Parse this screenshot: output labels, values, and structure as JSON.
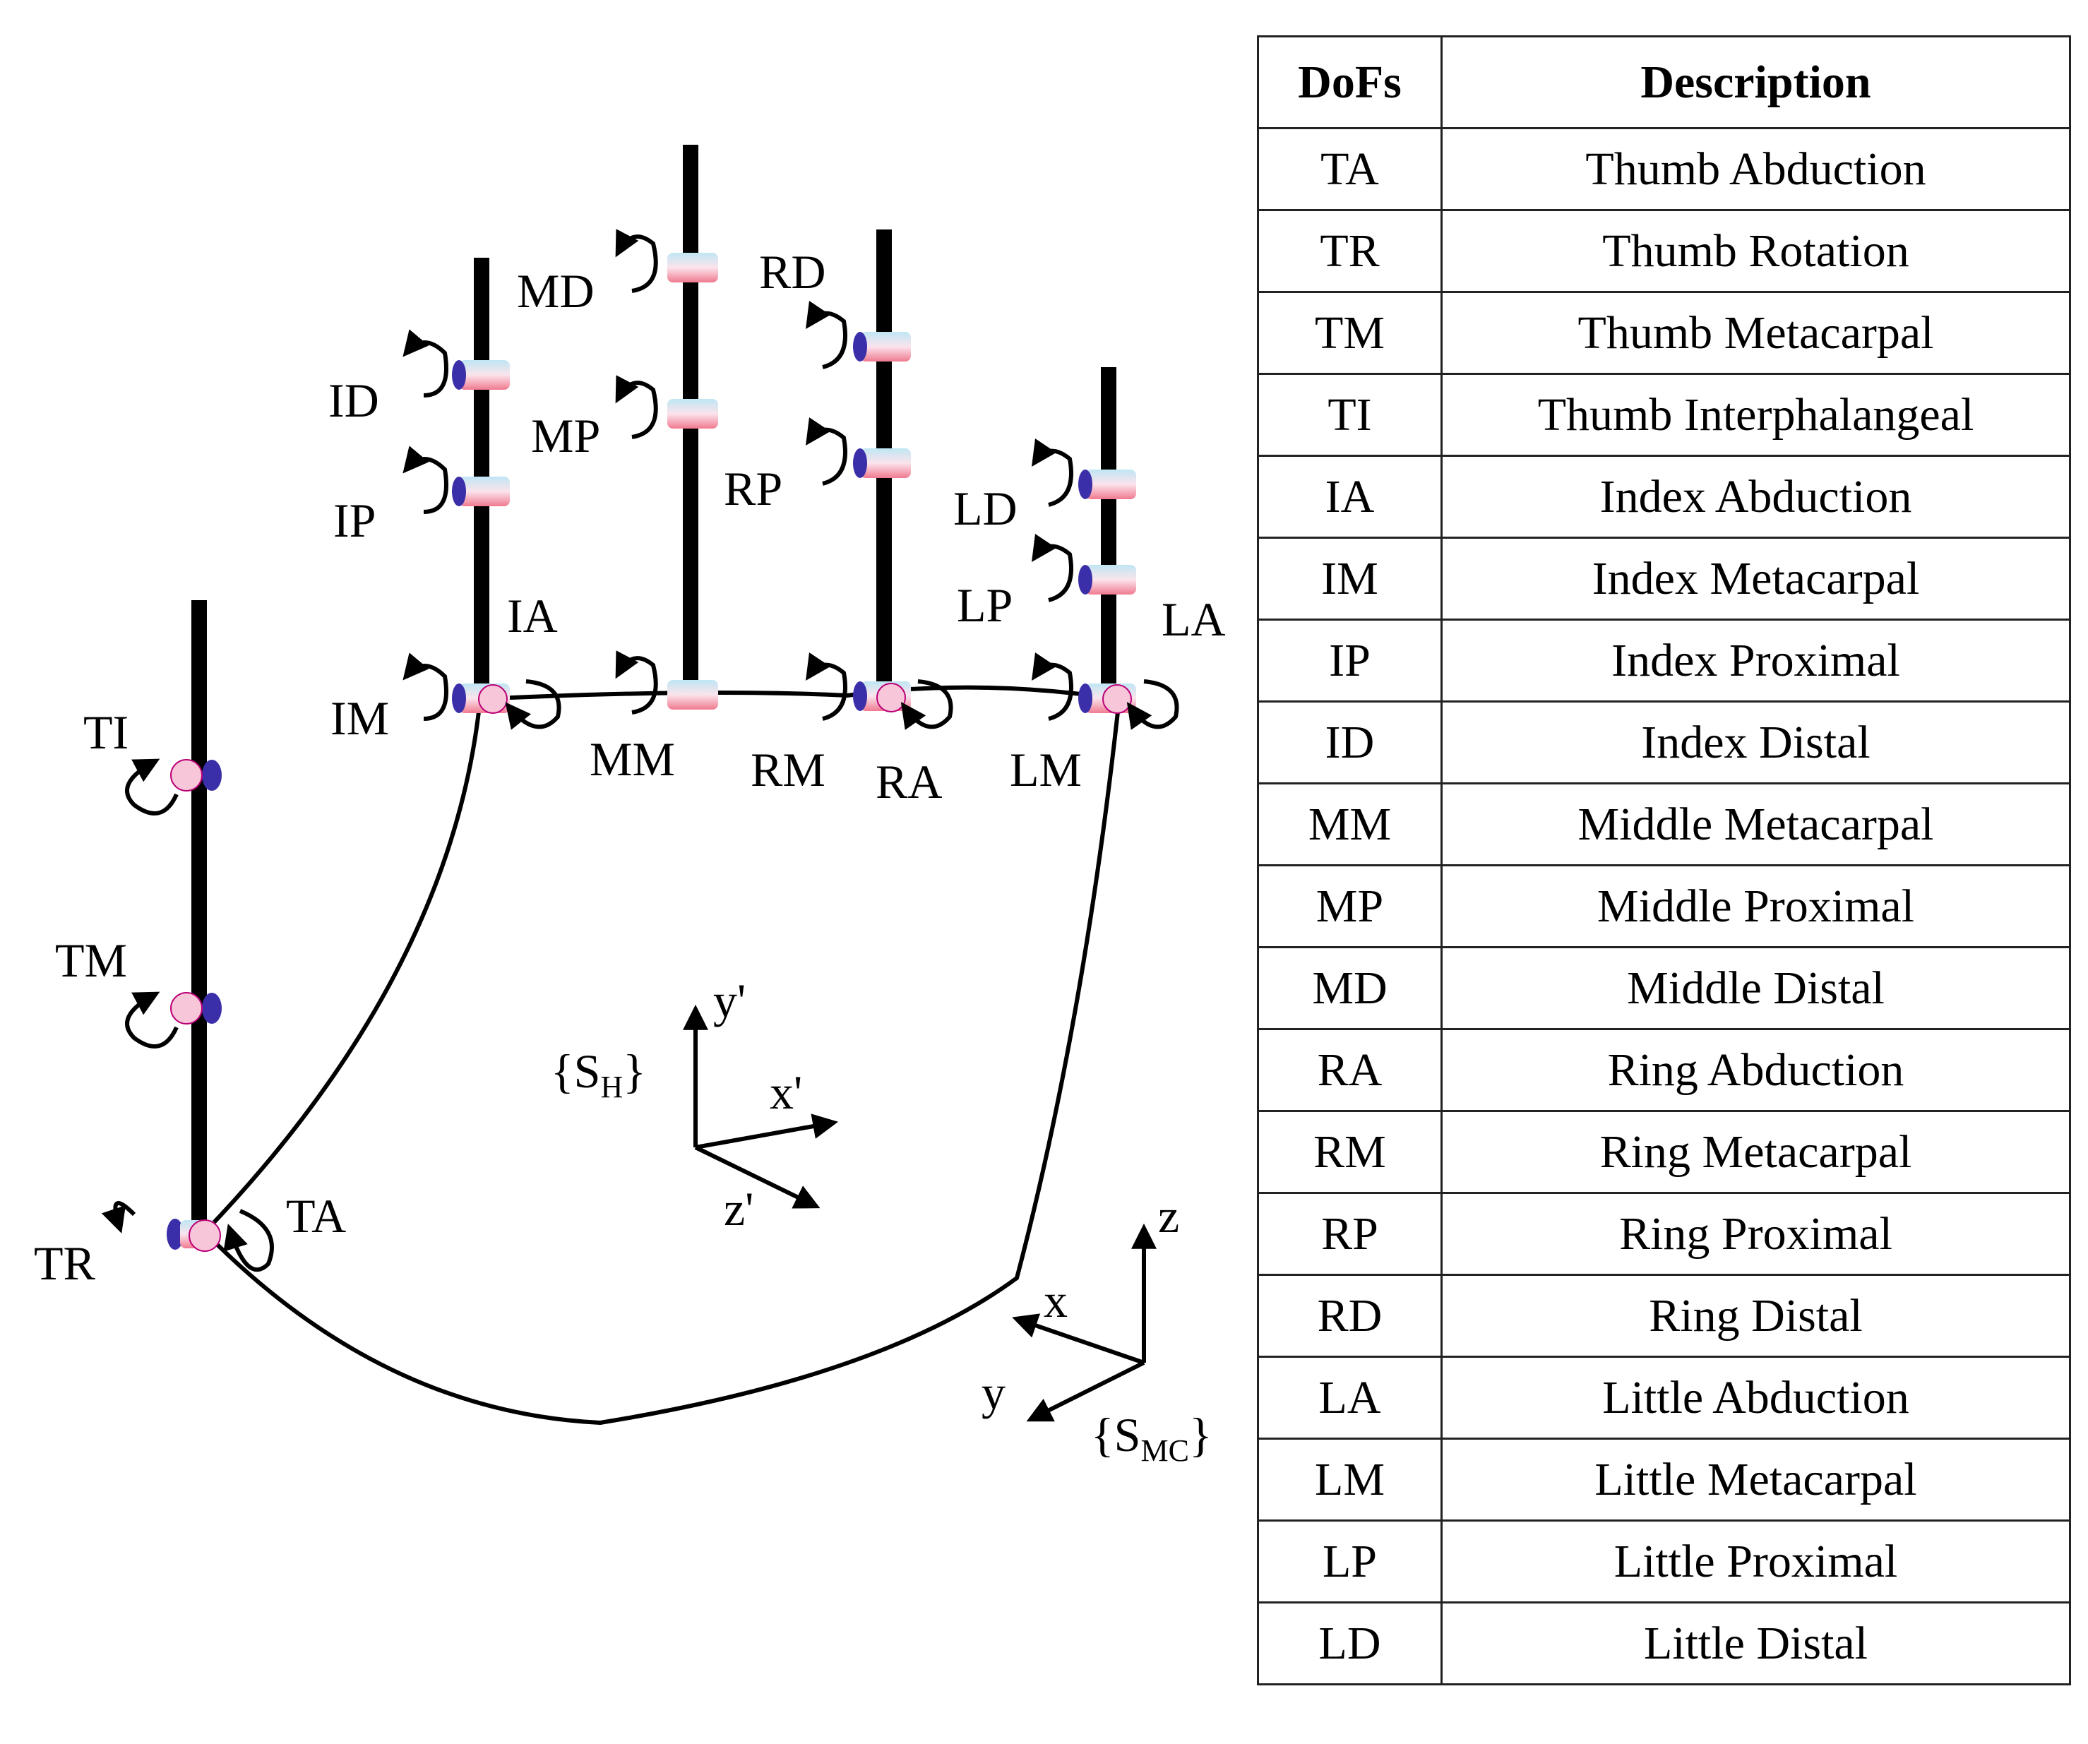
{
  "joints": {
    "TA": "TA",
    "TR": "TR",
    "TM": "TM",
    "TI": "TI",
    "IA": "IA",
    "IM": "IM",
    "IP": "IP",
    "ID": "ID",
    "MM": "MM",
    "MP": "MP",
    "MD": "MD",
    "RA": "RA",
    "RM": "RM",
    "RP": "RP",
    "RD": "RD",
    "LA": "LA",
    "LM": "LM",
    "LP": "LP",
    "LD": "LD"
  },
  "frames": {
    "hand": {
      "base": "S",
      "sub": "H",
      "x": "x'",
      "y": "y'",
      "z": "z'"
    },
    "mc": {
      "base": "S",
      "sub": "MC",
      "x": "x",
      "y": "y",
      "z": "z"
    },
    "open_brace": "{",
    "close_brace": "}"
  },
  "table": {
    "headers": [
      "DoFs",
      "Description"
    ],
    "rows": [
      [
        "TA",
        "Thumb Abduction"
      ],
      [
        "TR",
        "Thumb Rotation"
      ],
      [
        "TM",
        "Thumb Metacarpal"
      ],
      [
        "TI",
        "Thumb Interphalangeal"
      ],
      [
        "IA",
        "Index Abduction"
      ],
      [
        "IM",
        "Index Metacarpal"
      ],
      [
        "IP",
        "Index Proximal"
      ],
      [
        "ID",
        "Index Distal"
      ],
      [
        "MM",
        "Middle Metacarpal"
      ],
      [
        "MP",
        "Middle Proximal"
      ],
      [
        "MD",
        "Middle Distal"
      ],
      [
        "RA",
        "Ring Abduction"
      ],
      [
        "RM",
        "Ring Metacarpal"
      ],
      [
        "RP",
        "Ring Proximal"
      ],
      [
        "RD",
        "Ring Distal"
      ],
      [
        "LA",
        "Little Abduction"
      ],
      [
        "LM",
        "Little Metacarpal"
      ],
      [
        "LP",
        "Little Proximal"
      ],
      [
        "LD",
        "Little Distal"
      ]
    ]
  },
  "colors": {
    "joint_top": "#bfe6f4",
    "joint_bottom": "#f07a90",
    "cap": "#3a2fa8",
    "pivot": "#f7c6d9"
  }
}
